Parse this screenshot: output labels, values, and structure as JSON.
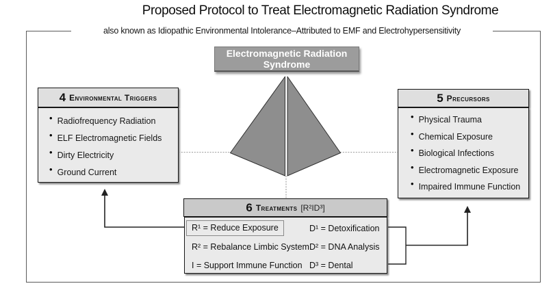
{
  "title": "Proposed Protocol to Treat Electromagnetic Radiation Syndrome",
  "subtitle": "also known as Idiopathic Environmental Intolerance–Attributed to EMF and Electrohypersensitivity",
  "center_box": {
    "label": "Electromagnetic Radiation Syndrome"
  },
  "glyphs": {
    "bullet": "•"
  },
  "colors": {
    "center_box_gray": "#9c9c9c",
    "pyramid_gray": "#8e8e8e",
    "side_header_gray": "#dfdfdf",
    "treatments_header_gray": "#c9c9c9",
    "panel_body_gray": "#eaeaea",
    "text_black": "#111111",
    "white": "#ffffff"
  },
  "triggers": {
    "number": "4",
    "label": "Environmental Triggers",
    "items": [
      "Radiofrequency Radiation",
      "ELF Electromagnetic Fields",
      "Dirty Electricity",
      "Ground Current"
    ]
  },
  "precursors": {
    "number": "5",
    "label": "Precursors",
    "items": [
      "Physical Trauma",
      "Chemical Exposure",
      "Biological Infections",
      "Electromagnetic Exposure",
      "Impaired Immune Function"
    ]
  },
  "treatments": {
    "number": "6",
    "label": "Treatments",
    "code": "[R²ID³]",
    "left_column": [
      "R¹ = Reduce Exposure",
      "R² = Rebalance Limbic System",
      "I = Support Immune Function"
    ],
    "right_column": [
      "D¹ = Detoxification",
      "D² = DNA Analysis",
      "D³ = Dental"
    ]
  }
}
